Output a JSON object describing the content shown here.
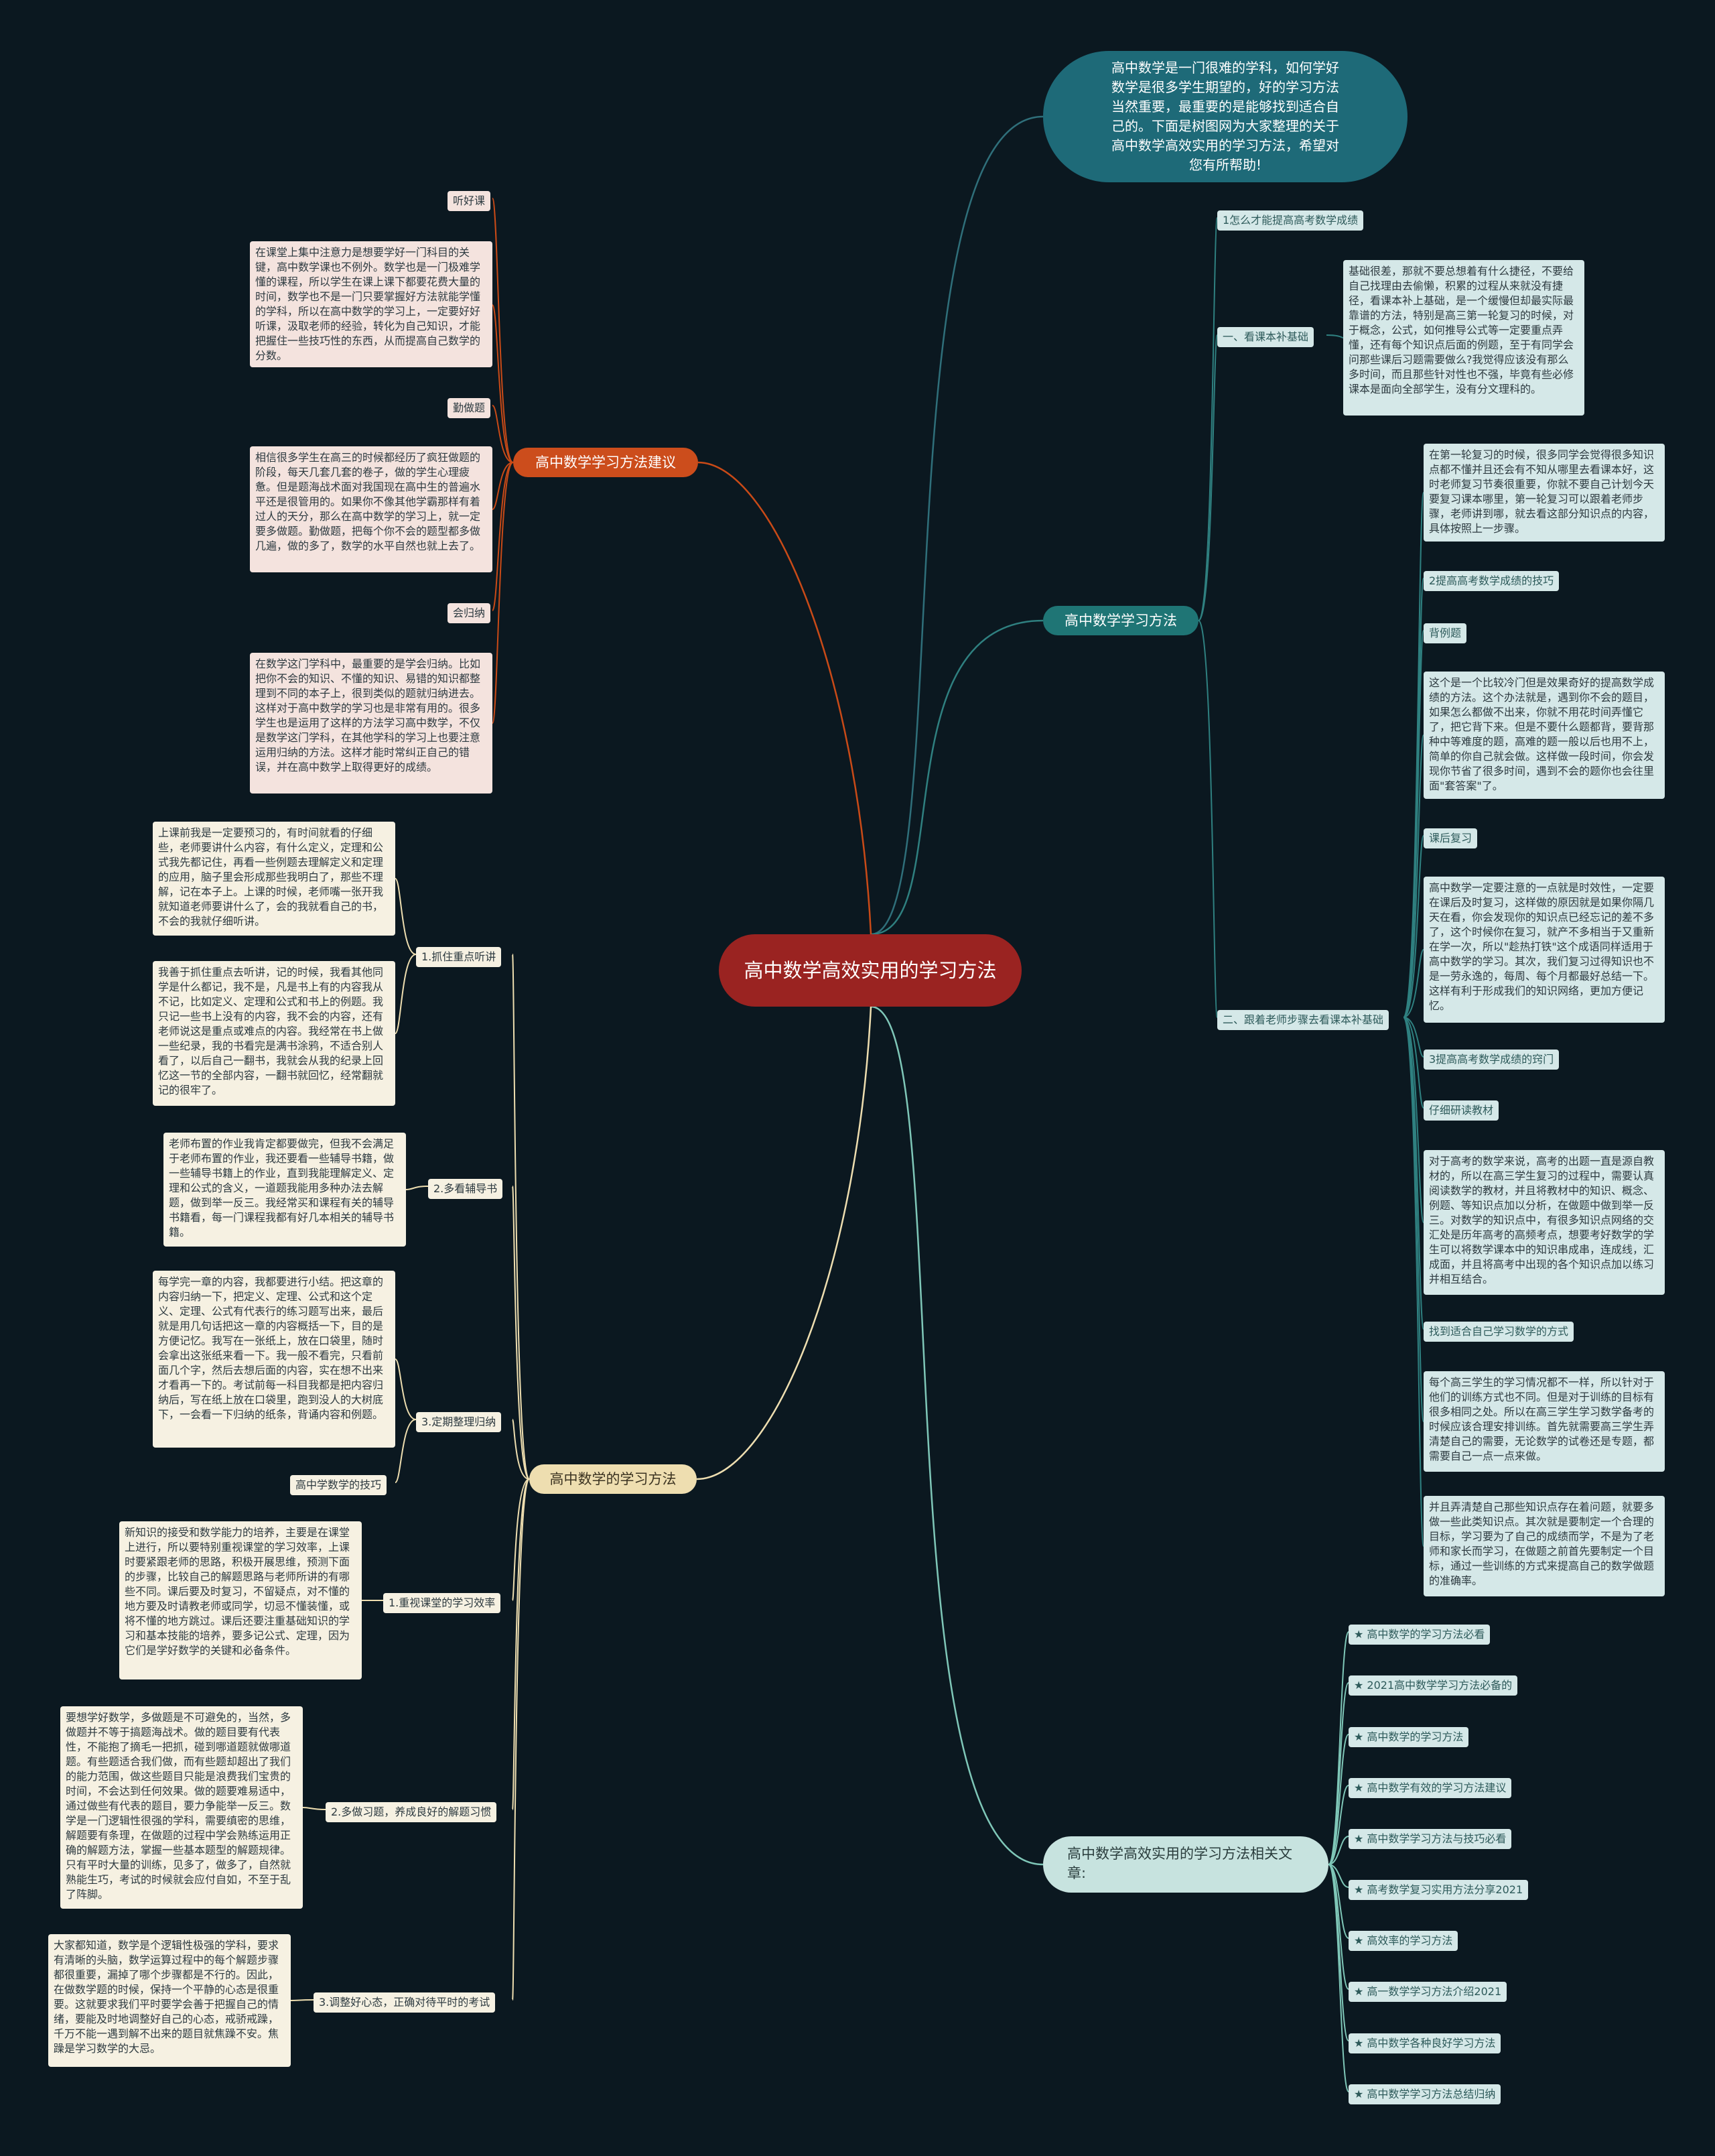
{
  "root": {
    "title": "高中数学高效实用的学习方法"
  },
  "intro": {
    "text": "高中数学是一门很难的学科，如何学好数学是很多学生期望的，好的学习方法当然重要，最重要的是能够找到适合自己的。下面是树图网为大家整理的关于高中数学高效实用的学习方法，希望对您有所帮助!"
  },
  "branch1": {
    "title": "高中数学学习方法建议",
    "items": [
      {
        "label": "听好课",
        "text": "在课堂上集中注意力是想要学好一门科目的关键，高中数学课也不例外。数学也是一门极难学懂的课程，所以学生在课上课下都要花费大量的时间，数学也不是一门只要掌握好方法就能学懂的学科，所以在高中数学的学习上，一定要好好听课，汲取老师的经验，转化为自己知识，才能把握住一些技巧性的东西，从而提高自己数学的分数。"
      },
      {
        "label": "勤做题",
        "text": "相信很多学生在高三的时候都经历了疯狂做题的阶段，每天几套几套的卷子，做的学生心理疲惫。但是题海战术面对我国现在高中生的普遍水平还是很管用的。如果你不像其他学霸那样有着过人的天分，那么在高中数学的学习上，就一定要多做题。勤做题，把每个你不会的题型都多做几遍，做的多了，数学的水平自然也就上去了。"
      },
      {
        "label": "会归纳",
        "text": "在数学这门学科中，最重要的是学会归纳。比如把你不会的知识、不懂的知识、易错的知识都整理到不同的本子上，很到类似的题就归纳进去。这样对于高中数学的学习也是非常有用的。很多学生也是运用了这样的方法学习高中数学，不仅是数学这门学科，在其他学科的学习上也要注意运用归纳的方法。这样才能时常纠正自己的错误，并在高中数学上取得更好的成绩。"
      }
    ]
  },
  "branch2": {
    "title": "高中数学学习方法",
    "q1": "1怎么才能提高高考数学成绩",
    "s1": {
      "label": "一、看课本补基础",
      "text": "基础很差，那就不要总想着有什么捷径，不要给自己找理由去偷懒，积累的过程从来就没有捷径，看课本补上基础，是一个缓慢但却最实际最靠谱的方法，特别是高三第一轮复习的时候，对于概念，公式，如何推导公式等一定要重点弄懂，还有每个知识点后面的例题，至于有同学会问那些课后习题需要做么?我觉得应该没有那么多时间，而且那些针对性也不强，毕竟有些必修课本是面向全部学生，没有分文理科的。"
    },
    "s2": {
      "label": "二、跟着老师步骤去看课本补基础",
      "children": [
        {
          "kind": "text",
          "text": "在第一轮复习的时候，很多同学会觉得很多知识点都不懂并且还会有不知从哪里去看课本好，这时老师复习节奏很重要，你就不要自己计划今天要复习课本哪里，第一轮复习可以跟着老师步骤，老师讲到哪，就去看这部分知识点的内容，具体按照上一步骤。"
        },
        {
          "kind": "label",
          "text": "2提高高考数学成绩的技巧"
        },
        {
          "kind": "label",
          "text": "背例题"
        },
        {
          "kind": "text",
          "text": "这个是一个比较冷门但是效果奇好的提高数学成绩的方法。这个办法就是，遇到你不会的题目，如果怎么都做不出来，你就不用花时间弄懂它了，把它背下来。但是不要什么题都背，要背那种中等难度的题，高难的题一般以后也用不上，简单的你自己就会做。这样做一段时间，你会发现你节省了很多时间，遇到不会的题你也会往里面\"套答案\"了。"
        },
        {
          "kind": "label",
          "text": "课后复习"
        },
        {
          "kind": "text",
          "text": "高中数学一定要注意的一点就是时效性，一定要在课后及时复习，这样做的原因就是如果你隔几天在看，你会发现你的知识点已经忘记的差不多了，这个时候你在复习，就产不多相当于又重新在学一次，所以\"趁热打铁\"这个成语同样适用于高中数学的学习。其次，我们复习过得知识也不是一劳永逸的，每周、每个月都最好总结一下。这样有利于形成我们的知识网络，更加方便记忆。"
        },
        {
          "kind": "label",
          "text": "3提高高考数学成绩的窍门"
        },
        {
          "kind": "label",
          "text": "仔细研读教材"
        },
        {
          "kind": "text",
          "text": "对于高考的数学来说，高考的出题一直是源自教材的，所以在高三学生复习的过程中，需要认真阅读数学的教材，并且将教材中的知识、概念、例题、等知识点加以分析，在做题中做到举一反三。对数学的知识点中，有很多知识点网络的交汇处是历年高考的高频考点，想要考好数学的学生可以将数学课本中的知识串成串，连成线，汇成面，并且将高考中出现的各个知识点加以练习并相互结合。"
        },
        {
          "kind": "label",
          "text": "找到适合自己学习数学的方式"
        },
        {
          "kind": "text",
          "text": "每个高三学生的学习情况都不一样，所以针对于他们的训练方式也不同。但是对于训练的目标有很多相同之处。所以在高三学生学习数学备考的时候应该合理安排训练。首先就需要高三学生弄清楚自己的需要，无论数学的试卷还是专题，都需要自己一点一点来做。"
        },
        {
          "kind": "text",
          "text": "并且弄清楚自己那些知识点存在着问题，就要多做一些此类知识点。其次就是要制定一个合理的目标，学习要为了自己的成绩而学，不是为了老师和家长而学习，在做题之前首先要制定一个目标，通过一些训练的方式来提高自己的数学做题的准确率。"
        }
      ]
    }
  },
  "branch3": {
    "title": "高中数学的学习方法",
    "groups": [
      {
        "label": "1.抓住重点听讲",
        "texts": [
          "上课前我是一定要预习的，有时间就看的仔细些，老师要讲什么内容，有什么定义，定理和公式我先都记住，再看一些例题去理解定义和定理的应用，脑子里会形成那些我明白了，那些不理解，记在本子上。上课的时候，老师嘴一张开我就知道老师要讲什么了，会的我就看自己的书，不会的我就仔细听讲。",
          "我善于抓住重点去听讲，记的时候，我看其他同学是什么都记，我不是，凡是书上有的内容我从不记，比如定义、定理和公式和书上的例题。我只记一些书上没有的内容，我不会的内容，还有老师说这是重点或难点的内容。我经常在书上做一些纪录，我的书看完是满书涂鸦，不适合别人看了，以后自己一翻书，我就会从我的纪录上回忆这一节的全部内容，一翻书就回忆，经常翻就记的很牢了。"
        ],
        "extra": null
      },
      {
        "label": "2.多看辅导书",
        "texts": [
          "老师布置的作业我肯定都要做完，但我不会满足于老师布置的作业，我还要看一些辅导书籍，做一些辅导书籍上的作业，直到我能理解定义、定理和公式的含义，一道题我能用多种办法去解题，做到举一反三。我经常买和课程有关的辅导书籍看，每一门课程我都有好几本相关的辅导书籍。"
        ],
        "extra": null
      },
      {
        "label": "3.定期整理归纳",
        "texts": [
          "每学完一章的内容，我都要进行小结。把这章的内容归纳一下，把定义、定理、公式和这个定义、定理、公式有代表行的练习题写出来，最后就是用几句话把这一章的内容概括一下，目的是方便记忆。我写在一张纸上，放在口袋里，随时会拿出这张纸来看一下。我一般不看完，只看前面几个字，然后去想后面的内容，实在想不出来才看再一下的。考试前每一科目我都是把内容归纳后，写在纸上放在口袋里，跑到没人的大树底下，一会看一下归纳的纸条，背诵内容和例题。"
        ],
        "extra": "高中学数学的技巧"
      },
      {
        "label": "1.重视课堂的学习效率",
        "texts": [
          "新知识的接受和数学能力的培养，主要是在课堂上进行，所以要特别重视课堂的学习效率，上课时要紧跟老师的思路，积极开展思维，预测下面的步骤，比较自己的解题思路与老师所讲的有哪些不同。课后要及时复习，不留疑点，对不懂的地方要及时请教老师或同学，切忌不懂装懂，或将不懂的地方跳过。课后还要注重基础知识的学习和基本技能的培养，要多记公式、定理，因为它们是学好数学的关键和必备条件。"
        ],
        "extra": null
      },
      {
        "label": "2.多做习题，养成良好的解题习惯",
        "texts": [
          "要想学好数学，多做题是不可避免的，当然，多做题并不等于搞题海战术。做的题目要有代表性，不能抱了摘毛一把抓，碰到哪道题就做哪道题。有些题适合我们做，而有些题却超出了我们的能力范围，做这些题目只能是浪费我们宝贵的时间，不会达到任何效果。做的题要难易适中，通过做些有代表的题目，要力争能举一反三。数学是一门逻辑性很强的学科，需要缜密的思维，解题要有条理，在做题的过程中学会熟练运用正确的解题方法，掌握一些基本题型的解题规律。只有平时大量的训练，见多了，做多了，自然就熟能生巧，考试的时候就会应付自如，不至于乱了阵脚。"
        ],
        "extra": null
      },
      {
        "label": "3.调整好心态，正确对待平时的考试",
        "texts": [
          "大家都知道，数学是个逻辑性极强的学科，要求有清晰的头脑，数学运算过程中的每个解题步骤都很重要，漏掉了哪个步骤都是不行的。因此，在做数学题的时候，保持一个平静的心态是很重要。这就要求我们平时要学会善于把握自己的情绪，要能及时地调整好自己的心态，戒骄戒躁，千万不能一遇到解不出来的题目就焦躁不安。焦躁是学习数学的大忌。"
        ],
        "extra": null
      }
    ]
  },
  "branch4": {
    "title": "高中数学高效实用的学习方法相关文章:",
    "links": [
      "★ 高中数学的学习方法必看",
      "★ 2021高中数学学习方法必备的",
      "★ 高中数学的学习方法",
      "★ 高中数学有效的学习方法建议",
      "★ 高中数学学习方法与技巧必看",
      "★ 高考数学复习实用方法分享2021",
      "★ 高效率的学习方法",
      "★ 高一数学学习方法介绍2021",
      "★ 高中数学各种良好学习方法",
      "★ 高中数学学习方法总结归纳"
    ]
  },
  "colors": {
    "background": "#0b1820",
    "root": "#9a2321",
    "intro": "#1e6a78",
    "branch1": "#cc4d1c",
    "branch2": "#1f7575",
    "branch3": "#eedeb0",
    "branch4": "#c7e3df",
    "link1": "#c94a17",
    "link2": "#2f8080",
    "link3": "#eedeb0",
    "link4": "#7fc7b8"
  }
}
